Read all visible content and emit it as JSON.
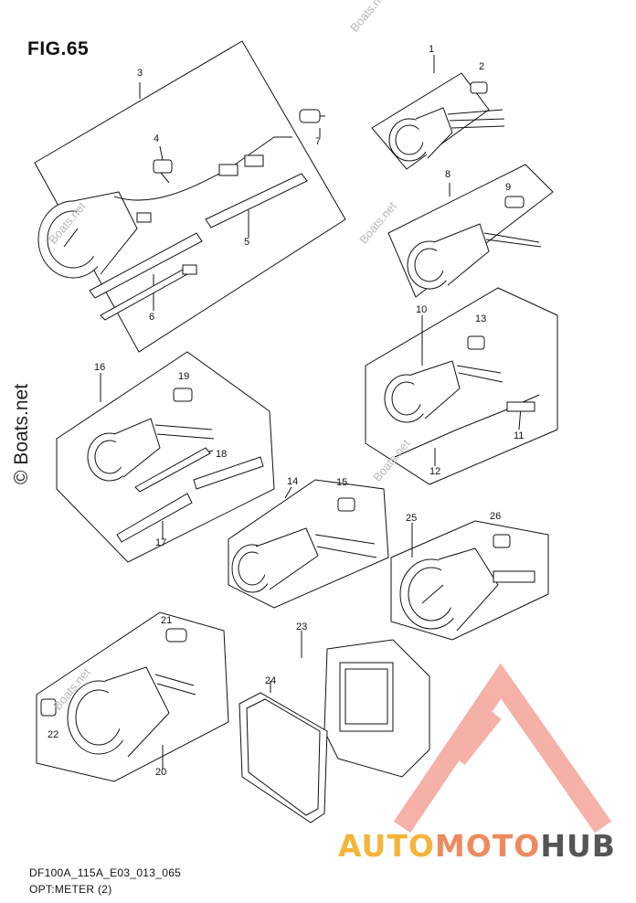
{
  "figure_title": "FIG.65",
  "drawing_code": "DF100A_115A_E03_013_065",
  "drawing_name": "OPT:METER (2)",
  "brand_logo": {
    "part1": "AUTO",
    "part2": "MOTO",
    "part3": "HUB"
  },
  "watermark": {
    "text": "Boats.net",
    "big_text": "© Boats.net",
    "symbol": "©"
  },
  "part_numbers": [
    "1",
    "2",
    "3",
    "4",
    "5",
    "6",
    "7",
    "8",
    "9",
    "10",
    "11",
    "12",
    "13",
    "14",
    "15",
    "16",
    "17",
    "18",
    "19",
    "20",
    "21",
    "22",
    "23",
    "24",
    "25",
    "26"
  ],
  "colors": {
    "logo_yellow": "#f4b43a",
    "logo_salmon": "#ef8a5f",
    "logo_triangle": "#f4a39a",
    "logo_gray": "#555555"
  }
}
